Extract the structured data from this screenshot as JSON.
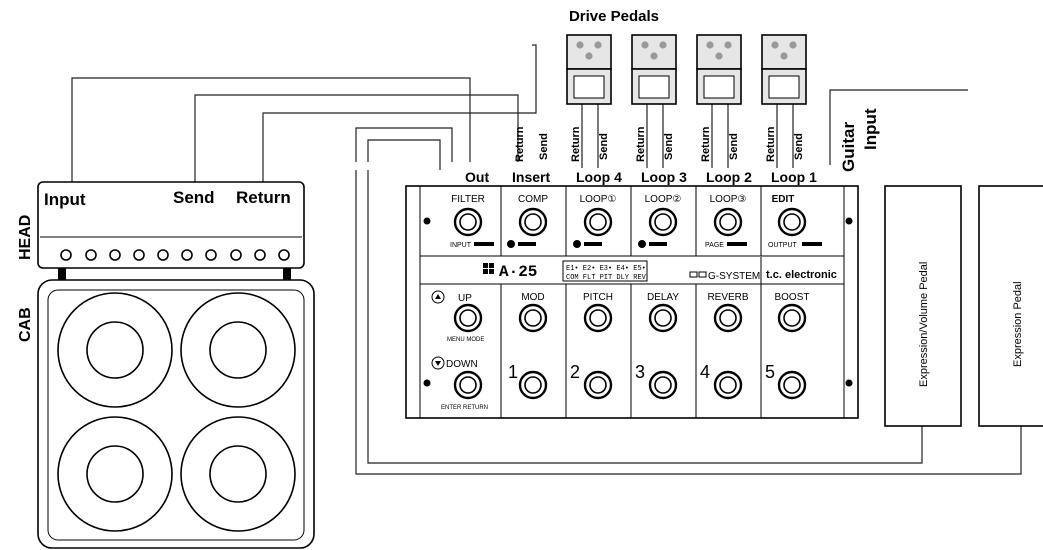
{
  "labels": {
    "drive_pedals": "Drive Pedals",
    "guitar": "Guitar",
    "input_word": "Input",
    "head": "HEAD",
    "cab": "CAB",
    "head_input": "Input",
    "head_send": "Send",
    "head_return": "Return",
    "out": "Out",
    "insert": "Insert",
    "loop4": "Loop 4",
    "loop3": "Loop 3",
    "loop2": "Loop 2",
    "loop1": "Loop 1",
    "return": "Return",
    "send": "Send",
    "expr_vol": "Expression/Volume Pedal",
    "expr": "Expression Pedal"
  },
  "unit": {
    "top_buttons": [
      "FILTER",
      "COMP",
      "LOOP①",
      "LOOP②",
      "LOOP③",
      "EDIT"
    ],
    "top_sublabels": [
      "INPUT",
      "",
      "",
      "",
      "PAGE",
      "OUTPUT"
    ],
    "mid_buttons": [
      "UP",
      "MOD",
      "PITCH",
      "DELAY",
      "REVERB",
      "BOOST"
    ],
    "mid_sublabel": "MENU MODE",
    "bottom_buttons": [
      "DOWN",
      "1",
      "2",
      "3",
      "4",
      "5"
    ],
    "bottom_sublabel": "ENTER RETURN",
    "display_line1": "E1• E2• E3• E4• E5•",
    "display_line2": "COM FLT PIT DLY REV",
    "display_number": "A·25",
    "brand_system": "G-SYSTEM",
    "brand_tc": "t.c. electronic"
  },
  "colors": {
    "line": "#000000",
    "background": "#ffffff",
    "pedal_fill": "#e6e6e6"
  }
}
